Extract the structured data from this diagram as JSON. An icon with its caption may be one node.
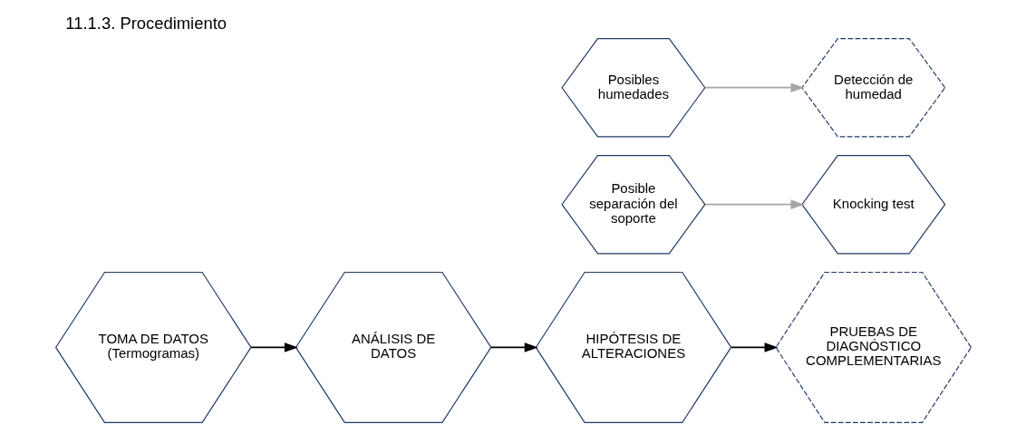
{
  "diagram": {
    "title": "11.1.3. Procedimiento",
    "nodes": [
      {
        "text": [
          "TOMA DE DATOS",
          "(Termogramas)"
        ]
      },
      {
        "text": [
          "ANÁLISIS DE DATOS"
        ]
      },
      {
        "text": [
          "HIPÓTESIS DE ALTERACIONES"
        ]
      },
      {
        "text": [
          "PRUEBAS DE DIAGNÓSTICO COMPLEMENTARIAS"
        ]
      },
      {
        "text": [
          "Posible separación del soporte"
        ]
      },
      {
        "text": [
          "Knocking test"
        ]
      },
      {
        "text": [
          "Posibles humedades"
        ]
      },
      {
        "text": [
          "Detección de humedad"
        ]
      }
    ],
    "edges": [
      {
        "from": 0,
        "to": 1,
        "arrow": "to"
      },
      {
        "from": 1,
        "to": 2,
        "arrow": "to"
      },
      {
        "from": 2,
        "to": 3,
        "arrow": "to"
      },
      {
        "from": 4,
        "to": 5,
        "arrow": "to",
        "color": "#a6a6a6"
      },
      {
        "from": 6,
        "to": 7,
        "arrow": "to",
        "color": "#a6a6a6"
      }
    ]
  }
}
